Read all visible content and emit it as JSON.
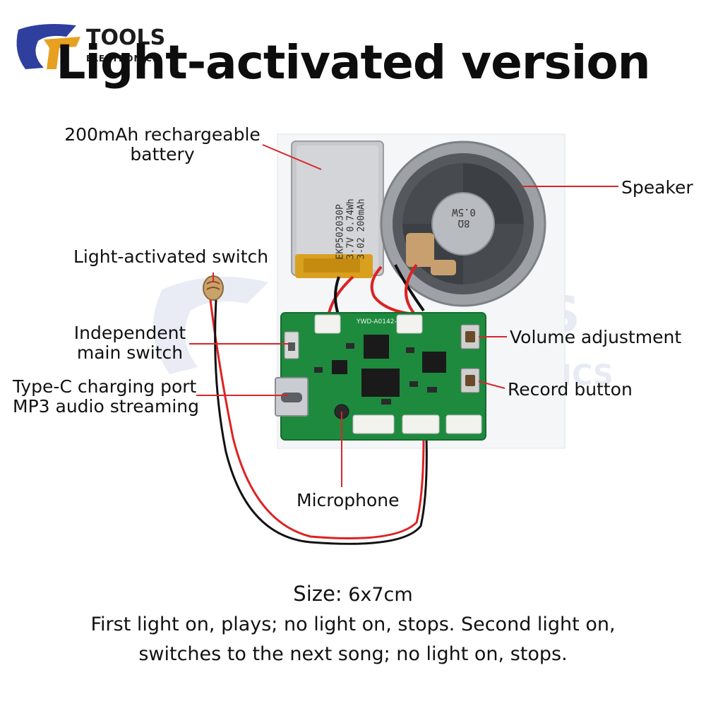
{
  "logo": {
    "word1": "TOOLS",
    "word2": "ELECTRONICS"
  },
  "title": "Light-activated version",
  "callouts": {
    "battery": [
      "200mAh rechargeable",
      "battery"
    ],
    "light_switch": "Light-activated switch",
    "main_switch": [
      "Independent",
      "main switch"
    ],
    "typec": [
      "Type-C charging port",
      "MP3 audio streaming"
    ],
    "speaker": "Speaker",
    "volume": "Volume adjustment",
    "record": "Record button",
    "microphone": "Microphone"
  },
  "board": {
    "model": "YWD-A0142-G",
    "battery_print": [
      "EKP502030P",
      "3.7V 0.74Wh",
      "3-02 200mAh"
    ],
    "speaker_print": [
      "8Ω",
      "0.5W"
    ]
  },
  "size": {
    "label": "Size:",
    "value": "6x7cm"
  },
  "description": [
    "First light on, plays; no light on, stops. Second light on,",
    "switches to the next song; no light on, stops."
  ],
  "colors": {
    "pcb": "#1e8a3e",
    "callout_line": "#d8262b",
    "battery": "#c9cbcd"
  }
}
